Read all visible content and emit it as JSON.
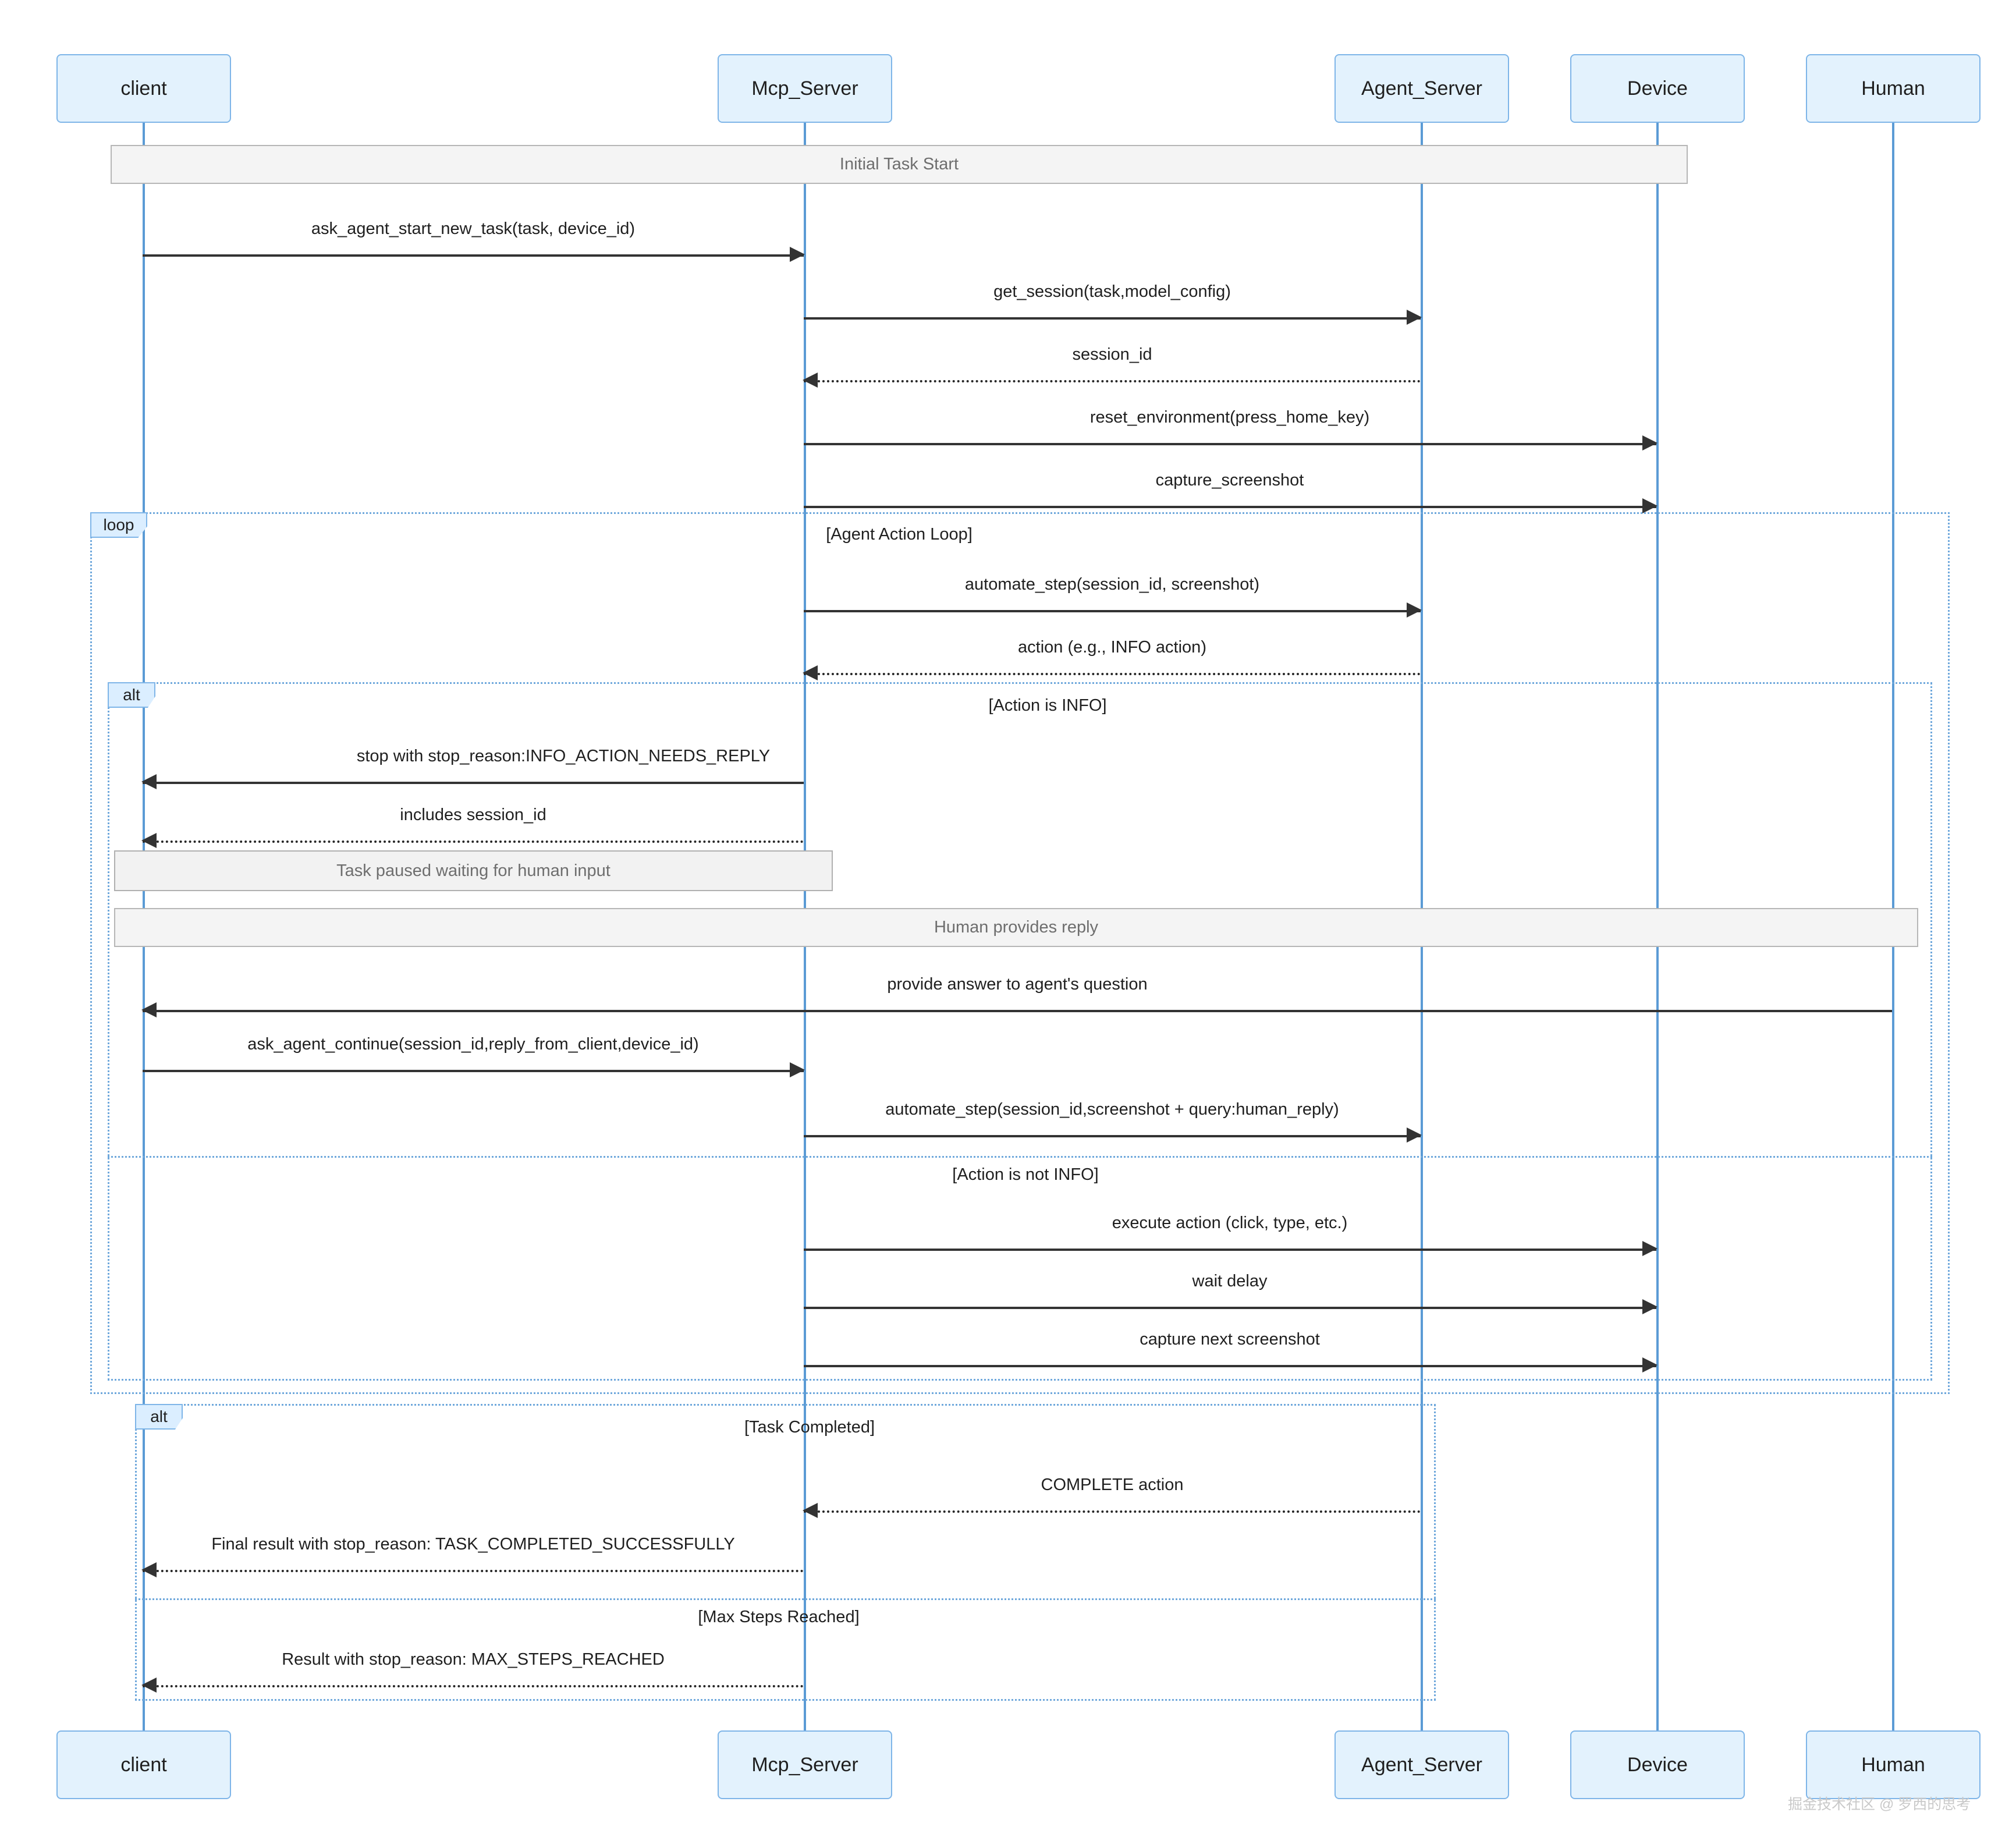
{
  "diagram": {
    "type": "sequence-diagram",
    "title": "",
    "participants": [
      {
        "id": "client",
        "label": "client"
      },
      {
        "id": "mcp_server",
        "label": "Mcp_Server"
      },
      {
        "id": "agent_server",
        "label": "Agent_Server"
      },
      {
        "id": "device",
        "label": "Device"
      },
      {
        "id": "human",
        "label": "Human"
      }
    ],
    "bands": [
      {
        "id": "initial-task-start",
        "label": "Initial Task Start"
      },
      {
        "id": "human-provides-reply",
        "label": "Human provides reply"
      }
    ],
    "notes": [
      {
        "id": "task-paused",
        "label": "Task paused waiting for human input"
      }
    ],
    "fragments": [
      {
        "id": "loop-agent-action",
        "kind": "loop",
        "condition": "[Agent Action Loop]"
      },
      {
        "id": "alt-action-info",
        "kind": "alt",
        "condition": "[Action is INFO]"
      },
      {
        "id": "else-action-not-info",
        "kind": "else",
        "condition": "[Action is not INFO]"
      },
      {
        "id": "alt-task-completed",
        "kind": "alt",
        "condition": "[Task Completed]"
      },
      {
        "id": "else-max-steps",
        "kind": "else",
        "condition": "[Max Steps Reached]"
      }
    ],
    "messages": [
      {
        "id": "m01",
        "from": "client",
        "to": "mcp_server",
        "style": "solid",
        "label": "ask_agent_start_new_task(task, device_id)"
      },
      {
        "id": "m02",
        "from": "mcp_server",
        "to": "agent_server",
        "style": "solid",
        "label": "get_session(task,model_config)"
      },
      {
        "id": "m03",
        "from": "agent_server",
        "to": "mcp_server",
        "style": "dotted",
        "label": "session_id"
      },
      {
        "id": "m04",
        "from": "mcp_server",
        "to": "device",
        "style": "solid",
        "label": "reset_environment(press_home_key)"
      },
      {
        "id": "m05",
        "from": "mcp_server",
        "to": "device",
        "style": "solid",
        "label": "capture_screenshot"
      },
      {
        "id": "m06",
        "from": "mcp_server",
        "to": "agent_server",
        "style": "solid",
        "label": "automate_step(session_id, screenshot)"
      },
      {
        "id": "m07",
        "from": "agent_server",
        "to": "mcp_server",
        "style": "dotted",
        "label": "action (e.g., INFO action)"
      },
      {
        "id": "m08",
        "from": "mcp_server",
        "to": "client",
        "style": "solid",
        "label": "stop with stop_reason:INFO_ACTION_NEEDS_REPLY"
      },
      {
        "id": "m09",
        "from": "mcp_server",
        "to": "client",
        "style": "dotted",
        "label": "includes session_id"
      },
      {
        "id": "m10",
        "from": "human",
        "to": "client",
        "style": "solid",
        "label": "provide answer to agent's question"
      },
      {
        "id": "m11",
        "from": "client",
        "to": "mcp_server",
        "style": "solid",
        "label": "ask_agent_continue(session_id,reply_from_client,device_id)"
      },
      {
        "id": "m12",
        "from": "mcp_server",
        "to": "agent_server",
        "style": "solid",
        "label": "automate_step(session_id,screenshot + query:human_reply)"
      },
      {
        "id": "m13",
        "from": "mcp_server",
        "to": "device",
        "style": "solid",
        "label": "execute action (click, type, etc.)"
      },
      {
        "id": "m14",
        "from": "mcp_server",
        "to": "device",
        "style": "solid",
        "label": "wait delay"
      },
      {
        "id": "m15",
        "from": "mcp_server",
        "to": "device",
        "style": "solid",
        "label": "capture next screenshot"
      },
      {
        "id": "m16",
        "from": "agent_server",
        "to": "mcp_server",
        "style": "dotted",
        "label": "COMPLETE action"
      },
      {
        "id": "m17",
        "from": "mcp_server",
        "to": "client",
        "style": "dotted",
        "label": "Final result with stop_reason: TASK_COMPLETED_SUCCESSFULLY"
      },
      {
        "id": "m18",
        "from": "mcp_server",
        "to": "client",
        "style": "dotted",
        "label": "Result with stop_reason: MAX_STEPS_REACHED"
      }
    ],
    "colors": {
      "actor_fill": "#e3f2fd",
      "actor_border": "#7eb5e8",
      "lifeline": "#5b9bd5",
      "fragment_border": "#6fa8dc",
      "fragment_label_fill": "#dbeeff",
      "band_fill": "#f4f4f4",
      "band_border": "#b6b6b6",
      "arrow": "#333333",
      "text": "#1f1f1f",
      "muted_text": "#6e6e6e"
    }
  },
  "watermark": {
    "label": "掘金技术社区 @ 罗西的思考"
  }
}
